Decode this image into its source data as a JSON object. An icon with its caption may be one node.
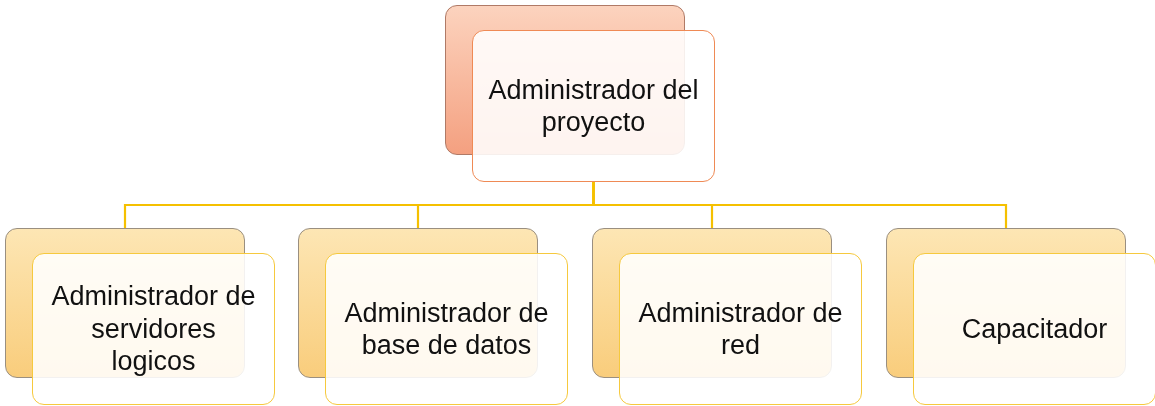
{
  "diagram": {
    "nodes": [
      {
        "text": [
          "Administrador del proyecto"
        ]
      },
      {
        "text": [
          "Administrador de servidores logicos"
        ]
      },
      {
        "text": [
          "Administrador de base de datos"
        ]
      },
      {
        "text": [
          "Administrador de red"
        ]
      },
      {
        "text": [
          "Capacitador"
        ]
      }
    ],
    "edges": [
      {
        "from": 0,
        "to": 1,
        "arrow": "none"
      },
      {
        "from": 0,
        "to": 2,
        "arrow": "none"
      },
      {
        "from": 0,
        "to": 3,
        "arrow": "none"
      },
      {
        "from": 0,
        "to": 4,
        "arrow": "none"
      }
    ]
  }
}
